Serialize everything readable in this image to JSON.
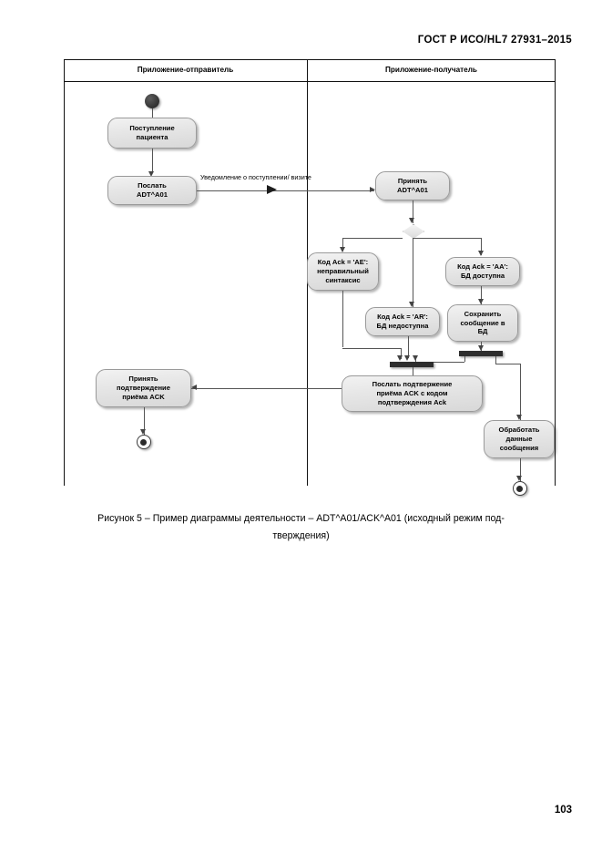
{
  "document": {
    "header": "ГОСТ Р ИСО/HL7 27931–2015",
    "page_number": "103",
    "caption_line1": "Рисунок 5 – Пример диаграммы деятельности – ADT^A01/ACK^A01  (исходный режим под-",
    "caption_line2": "тверждения)"
  },
  "diagram": {
    "lanes": [
      {
        "title": "Приложение-отправитель"
      },
      {
        "title": "Приложение-получатель"
      }
    ],
    "edge_labels": [
      {
        "text": "Уведомление о поступлении/ визите"
      }
    ],
    "nodes": [
      {
        "id": "start",
        "label": "",
        "type": "initial-state"
      },
      {
        "id": "admit",
        "label": "Поступление\nпациента",
        "type": "action"
      },
      {
        "id": "send_adt",
        "label": "Послать\nADT^A01",
        "type": "action"
      },
      {
        "id": "recv_adt",
        "label": "Принять\nADT^A01",
        "type": "action"
      },
      {
        "id": "decision",
        "label": "",
        "type": "decision"
      },
      {
        "id": "ack_ae",
        "label": "Код Ack = 'AE':\nнеправильный\nсинтаксис",
        "type": "action"
      },
      {
        "id": "ack_aa",
        "label": "Код Ack = 'AA':\nБД доступна",
        "type": "action"
      },
      {
        "id": "ack_ar",
        "label": "Код Ack = 'AR':\nБД недоступна",
        "type": "action"
      },
      {
        "id": "store_msg",
        "label": "Сохранить\nсообщение в\nБД",
        "type": "action"
      },
      {
        "id": "send_ack",
        "label": "Послать подтвержение\nприёма ACK с кодом\nподтверждения Ack",
        "type": "action"
      },
      {
        "id": "recv_ack",
        "label": "Принять\nподтверждение\nприёма ACK",
        "type": "action"
      },
      {
        "id": "process_data",
        "label": "Обработать\nданные\nсообщения",
        "type": "action"
      },
      {
        "id": "end_left",
        "label": "",
        "type": "final-state"
      },
      {
        "id": "end_right",
        "label": "",
        "type": "final-state"
      }
    ]
  },
  "colors": {
    "node_border": "#9a9a9a",
    "node_fill_top": "#f2f2f2",
    "node_fill_bottom": "#d8d8d8",
    "bar": "#2e2e2e",
    "line": "#555555",
    "frame": "#111111"
  }
}
